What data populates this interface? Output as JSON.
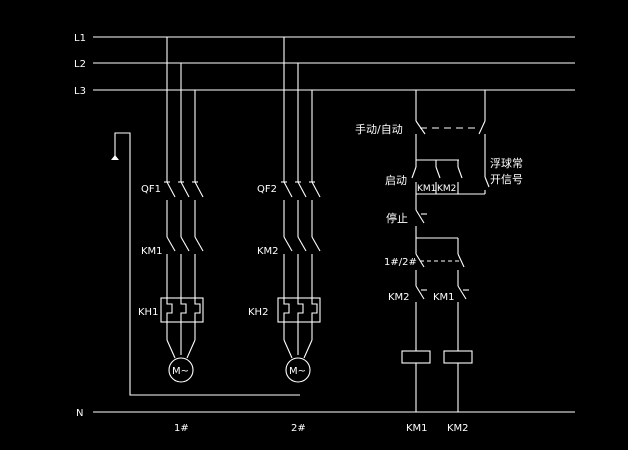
{
  "bus_labels": {
    "l1": "L1",
    "l2": "L2",
    "l3": "L3",
    "n": "N"
  },
  "motor1": {
    "breaker": "QF1",
    "contactor": "KM1",
    "overload": "KH1",
    "motor": "M~",
    "caption": "1#"
  },
  "motor2": {
    "breaker": "QF2",
    "contactor": "KM2",
    "overload": "KH2",
    "motor": "M~",
    "caption": "2#"
  },
  "control": {
    "mode_switch": "手动/自动",
    "start": "启动",
    "km1_contact": "KM1",
    "km2_contact": "KM2",
    "float_line1": "浮球常",
    "float_line2": "开信号",
    "stop": "停止",
    "select": "1#/2#",
    "interlock_km2": "KM2",
    "interlock_km1": "KM1",
    "coil1_caption": "KM1",
    "coil2_caption": "KM2"
  },
  "colors": {
    "background": "#000000",
    "wire": "#ffffff"
  }
}
